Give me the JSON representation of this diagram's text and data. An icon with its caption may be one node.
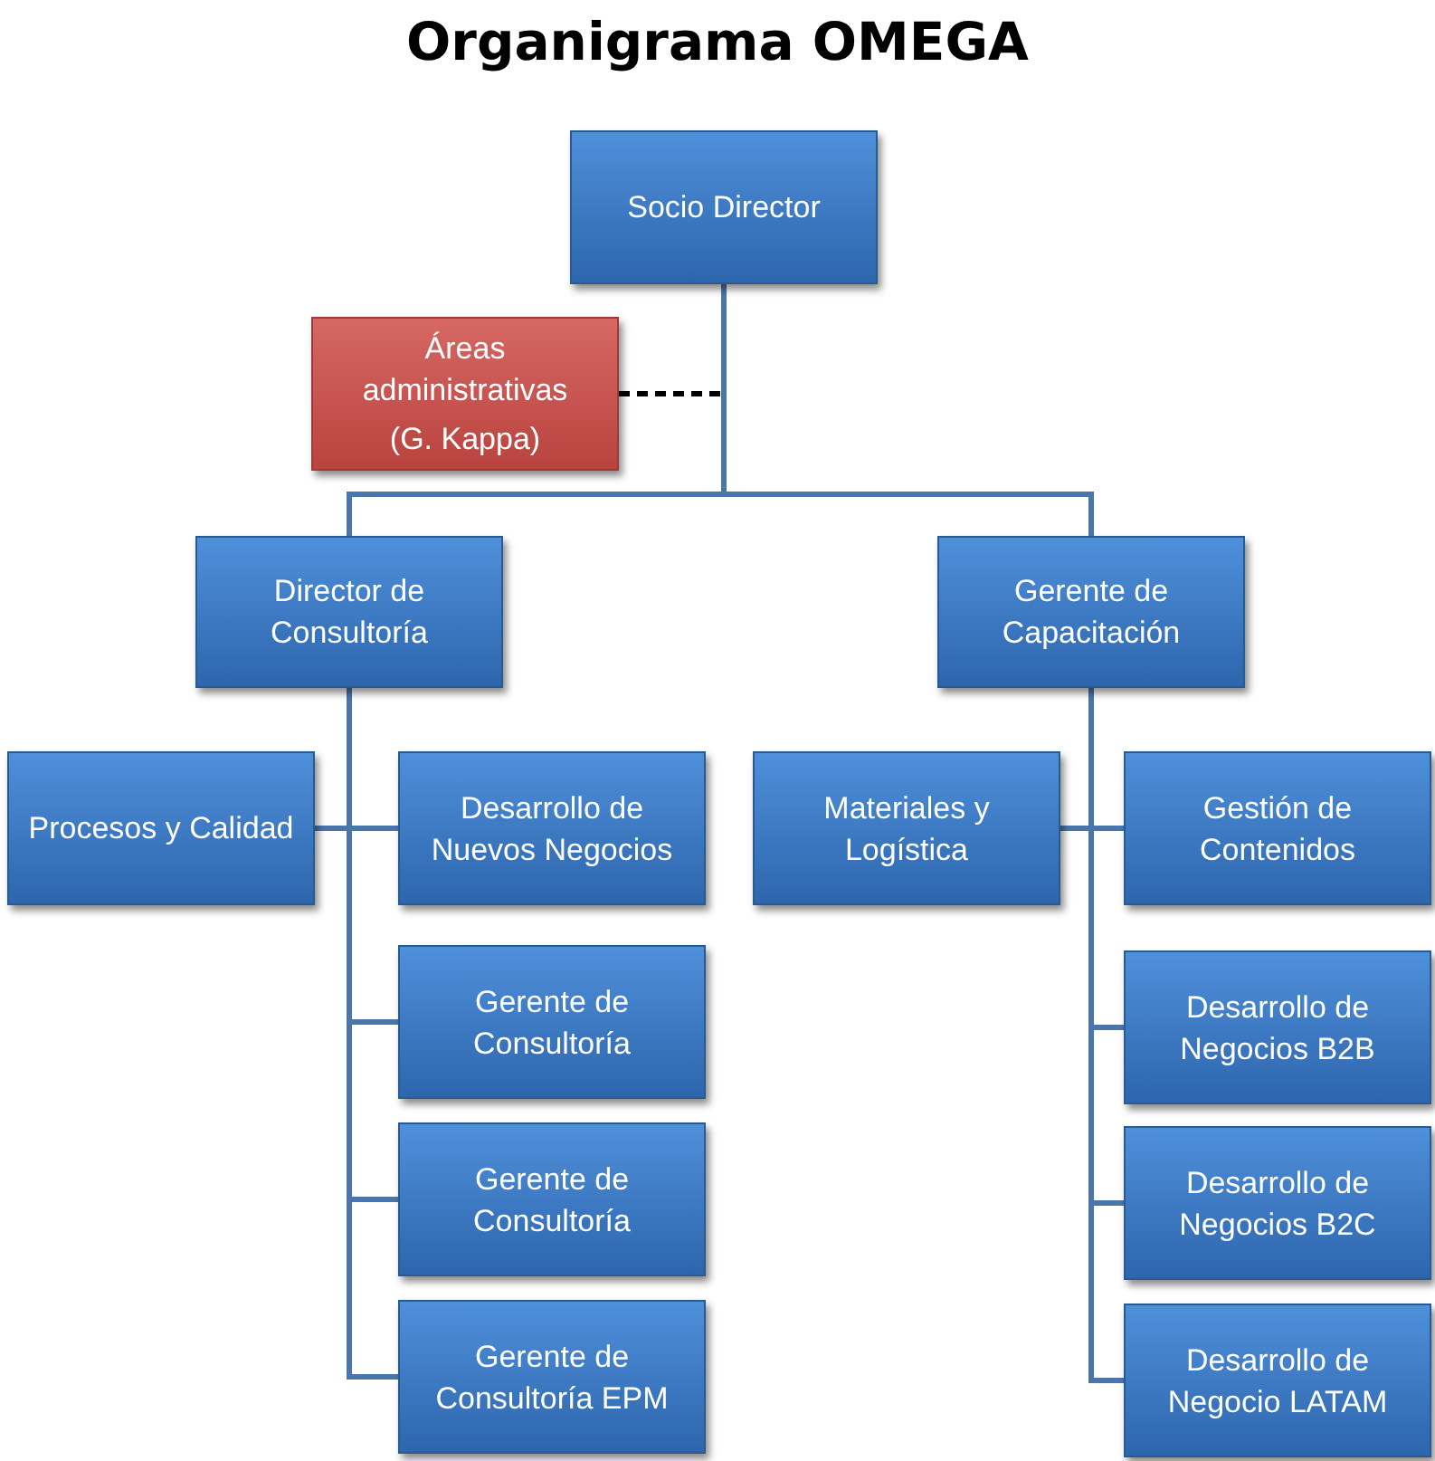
{
  "diagram": {
    "title": "Organigrama OMEGA",
    "nodes": [
      {
        "text": [
          "Socio Director"
        ]
      },
      {
        "text": [
          "Áreas administrativas",
          "(G. Kappa)"
        ]
      },
      {
        "text": [
          "Director de Consultoría"
        ]
      },
      {
        "text": [
          "Gerente de Capacitación"
        ]
      },
      {
        "text": [
          "Procesos y Calidad"
        ]
      },
      {
        "text": [
          "Desarrollo de Nuevos Negocios"
        ]
      },
      {
        "text": [
          "Gerente de Consultoría"
        ]
      },
      {
        "text": [
          "Gerente de Consultoría"
        ]
      },
      {
        "text": [
          "Gerente de Consultoría EPM"
        ]
      },
      {
        "text": [
          "Materiales y Logística"
        ]
      },
      {
        "text": [
          "Gestión de Contenidos"
        ]
      },
      {
        "text": [
          "Desarrollo de Negocios B2B"
        ]
      },
      {
        "text": [
          "Desarrollo de Negocios B2C"
        ]
      },
      {
        "text": [
          "Desarrollo de Negocio LATAM"
        ]
      }
    ],
    "edges": [
      {
        "from": 1,
        "to": 0,
        "arrow": "none",
        "style": "dashed",
        "color": "#000000"
      },
      {
        "from": 0,
        "to": 2,
        "arrow": "none"
      },
      {
        "from": 0,
        "to": 3,
        "arrow": "none"
      },
      {
        "from": 2,
        "to": 4,
        "arrow": "none"
      },
      {
        "from": 2,
        "to": 5,
        "arrow": "none"
      },
      {
        "from": 2,
        "to": 6,
        "arrow": "none"
      },
      {
        "from": 2,
        "to": 7,
        "arrow": "none"
      },
      {
        "from": 2,
        "to": 8,
        "arrow": "none"
      },
      {
        "from": 3,
        "to": 9,
        "arrow": "none"
      },
      {
        "from": 3,
        "to": 10,
        "arrow": "none"
      },
      {
        "from": 3,
        "to": 11,
        "arrow": "none"
      },
      {
        "from": 3,
        "to": 12,
        "arrow": "none"
      },
      {
        "from": 3,
        "to": 13,
        "arrow": "none"
      }
    ]
  }
}
